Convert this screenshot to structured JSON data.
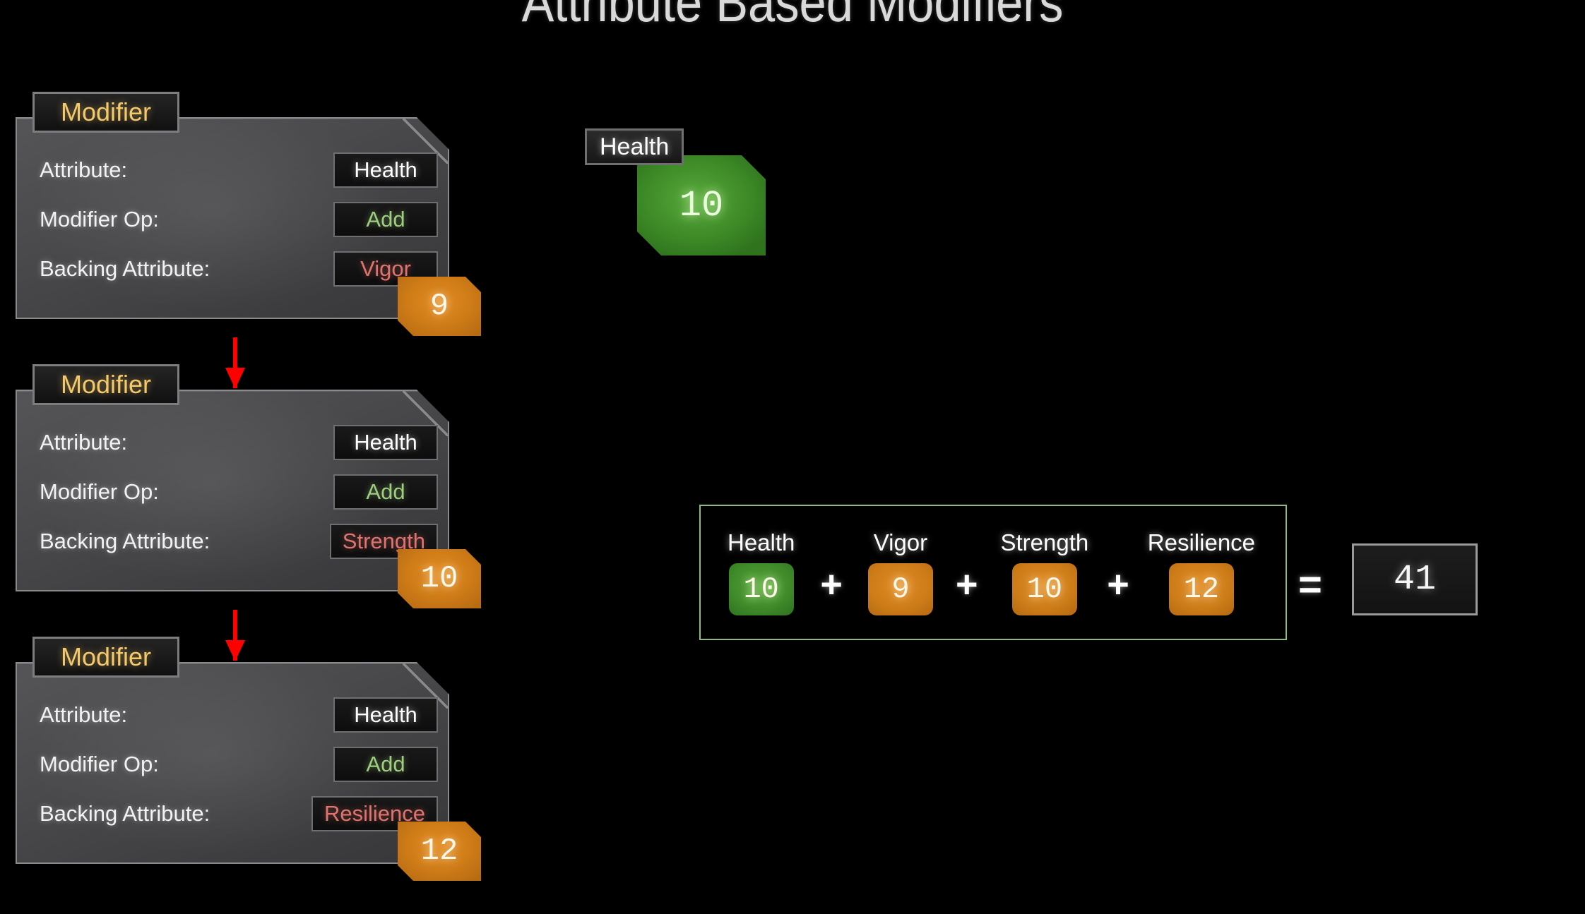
{
  "title": "Attribute Based Modifiers",
  "cards": [
    {
      "tab_label": "Modifier",
      "rows": [
        {
          "label": "Attribute:",
          "value": "Health",
          "tone": "white"
        },
        {
          "label": "Modifier Op:",
          "value": "Add",
          "tone": "green"
        },
        {
          "label": "Backing Attribute:",
          "value": "Vigor",
          "tone": "red"
        }
      ],
      "badge_value": "9"
    },
    {
      "tab_label": "Modifier",
      "rows": [
        {
          "label": "Attribute:",
          "value": "Health",
          "tone": "white"
        },
        {
          "label": "Modifier Op:",
          "value": "Add",
          "tone": "green"
        },
        {
          "label": "Backing Attribute:",
          "value": "Strength",
          "tone": "red"
        }
      ],
      "badge_value": "10"
    },
    {
      "tab_label": "Modifier",
      "rows": [
        {
          "label": "Attribute:",
          "value": "Health",
          "tone": "white"
        },
        {
          "label": "Modifier Op:",
          "value": "Add",
          "tone": "green"
        },
        {
          "label": "Backing Attribute:",
          "value": "Resilience",
          "tone": "red"
        }
      ],
      "badge_value": "12"
    }
  ],
  "health_node": {
    "label": "Health",
    "value": "10"
  },
  "equation": {
    "terms": [
      {
        "label": "Health",
        "value": "10",
        "color": "green"
      },
      {
        "label": "Vigor",
        "value": "9",
        "color": "orange"
      },
      {
        "label": "Strength",
        "value": "10",
        "color": "orange"
      },
      {
        "label": "Resilience",
        "value": "12",
        "color": "orange"
      }
    ],
    "operator": "+",
    "equals": "=",
    "result": "41"
  },
  "colors": {
    "background": "#000000",
    "card_border": "#8a8a8d",
    "tab_text": "#f3c96b",
    "value_white": "#ffffff",
    "value_green": "#9fce80",
    "value_red": "#e0736e",
    "badge_orange": "#cf7c18",
    "node_green": "#3f8c28",
    "arrow_red": "#ff0000",
    "equation_border": "#8fb882",
    "title_text": "#d9d9d9"
  }
}
